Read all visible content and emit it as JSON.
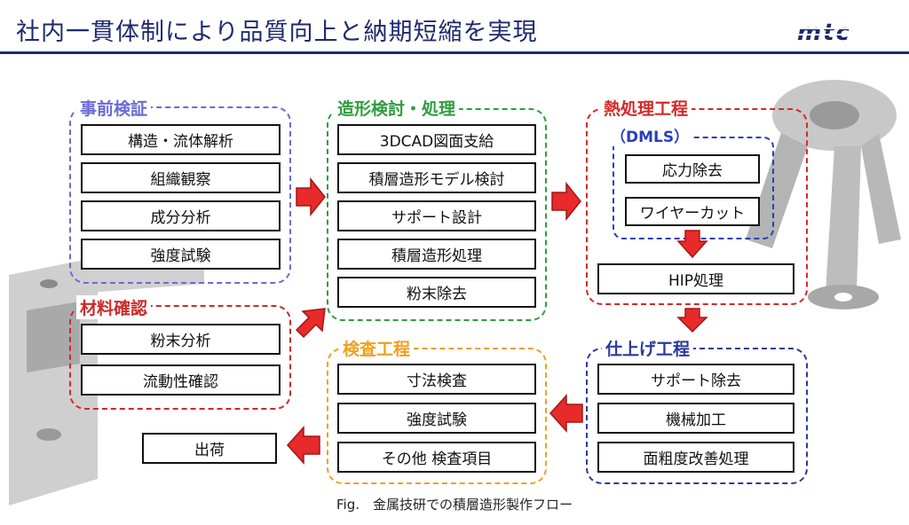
{
  "header": {
    "title": "社内一貫体制により品質向上と納期短縮を実現",
    "logo_text": "MTC"
  },
  "groups": {
    "pre_verification": {
      "label": "事前検証",
      "color": "#6a6ad8",
      "items": [
        "構造・流体解析",
        "組織観察",
        "成分分析",
        "強度試験"
      ]
    },
    "material_check": {
      "label": "材料確認",
      "color": "#cc2a2a",
      "items": [
        "粉末分析",
        "流動性確認"
      ]
    },
    "forming": {
      "label": "造形検討・処理",
      "color": "#2e9e3e",
      "items": [
        "3DCAD図面支給",
        "積層造形モデル検討",
        "サポート設計",
        "積層造形処理",
        "粉末除去"
      ]
    },
    "heat": {
      "label": "熱処理工程",
      "color": "#d42a2a",
      "sub_label": "（DMLS）",
      "sub_color": "#2c3fb8",
      "sub_items": [
        "応力除去",
        "ワイヤーカット"
      ],
      "final_item": "HIP処理"
    },
    "finishing": {
      "label": "仕上げ工程",
      "color": "#2a3a9e",
      "items": [
        "サポート除去",
        "機械加工",
        "面粗度改善処理"
      ]
    },
    "inspection": {
      "label": "検査工程",
      "color": "#f0a020",
      "items": [
        "寸法検査",
        "強度試験",
        "その他 検査項目"
      ]
    }
  },
  "shipping": {
    "label": "出荷"
  },
  "caption": "Fig.　金属技研での積層造形製作フロー",
  "colors": {
    "arrow": "#e82a2a",
    "title": "#1e2a6e"
  }
}
